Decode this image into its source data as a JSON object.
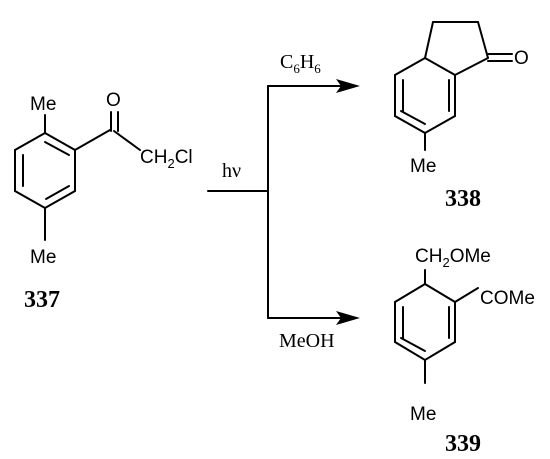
{
  "reaction": {
    "condition": "hν",
    "branches": [
      {
        "solvent": "C6H6",
        "solvent_main": "C",
        "solvent_sub1": "6",
        "solvent_mid": "H",
        "solvent_sub2": "6"
      },
      {
        "solvent": "MeOH"
      }
    ]
  },
  "compounds": {
    "start": {
      "id": "337",
      "labels": {
        "methyl_top": "Me",
        "methyl_bottom": "Me",
        "carbonyl_o": "O",
        "ch2cl_a": "CH",
        "ch2cl_sub": "2",
        "ch2cl_b": "Cl"
      }
    },
    "product_a": {
      "id": "338",
      "labels": {
        "carbonyl_o": "O",
        "methyl": "Me"
      }
    },
    "product_b": {
      "id": "339",
      "labels": {
        "ch2ome_a": "CH",
        "ch2ome_sub": "2",
        "ch2ome_b": "OMe",
        "acyl": "COMe",
        "methyl": "Me"
      }
    }
  }
}
